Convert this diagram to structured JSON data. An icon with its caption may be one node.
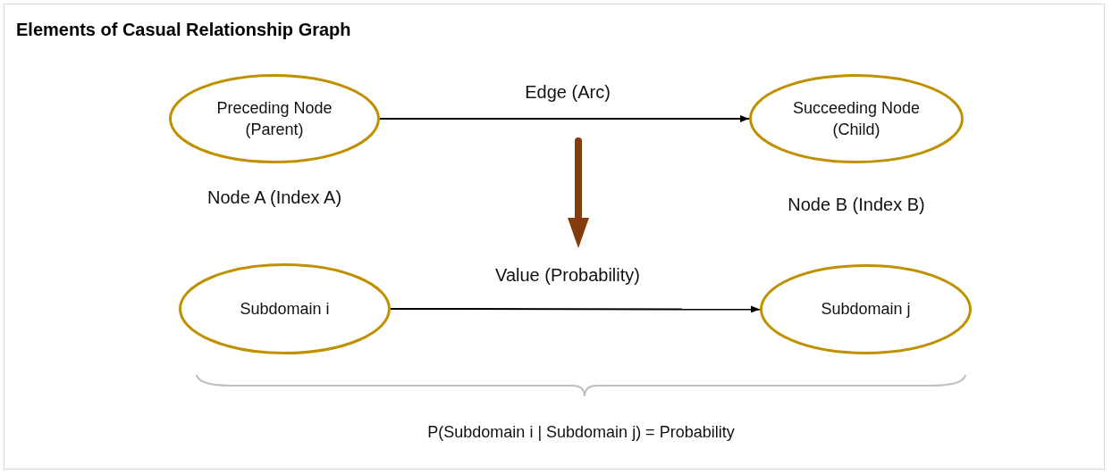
{
  "diagram": {
    "title": "Elements of Casual Relationship Graph",
    "nodes": [
      {
        "text": [
          "Preceding Node (Parent)"
        ],
        "beside": [
          "Node A (Index A)"
        ]
      },
      {
        "text": [
          "Succeeding Node (Child)"
        ],
        "beside": [
          "Node B (Index B)"
        ]
      },
      {
        "text": [
          "Subdomain i"
        ]
      },
      {
        "text": [
          "Subdomain j"
        ]
      }
    ],
    "edges": [
      {
        "from": 0,
        "to": 1,
        "arrow": "to",
        "label": "Edge (Arc)"
      },
      {
        "from": 2,
        "to": 3,
        "arrow": "to",
        "label": "Value (Probability)"
      }
    ],
    "labels": [
      "P(Subdomain i | Subdomain j) = Probability"
    ]
  }
}
